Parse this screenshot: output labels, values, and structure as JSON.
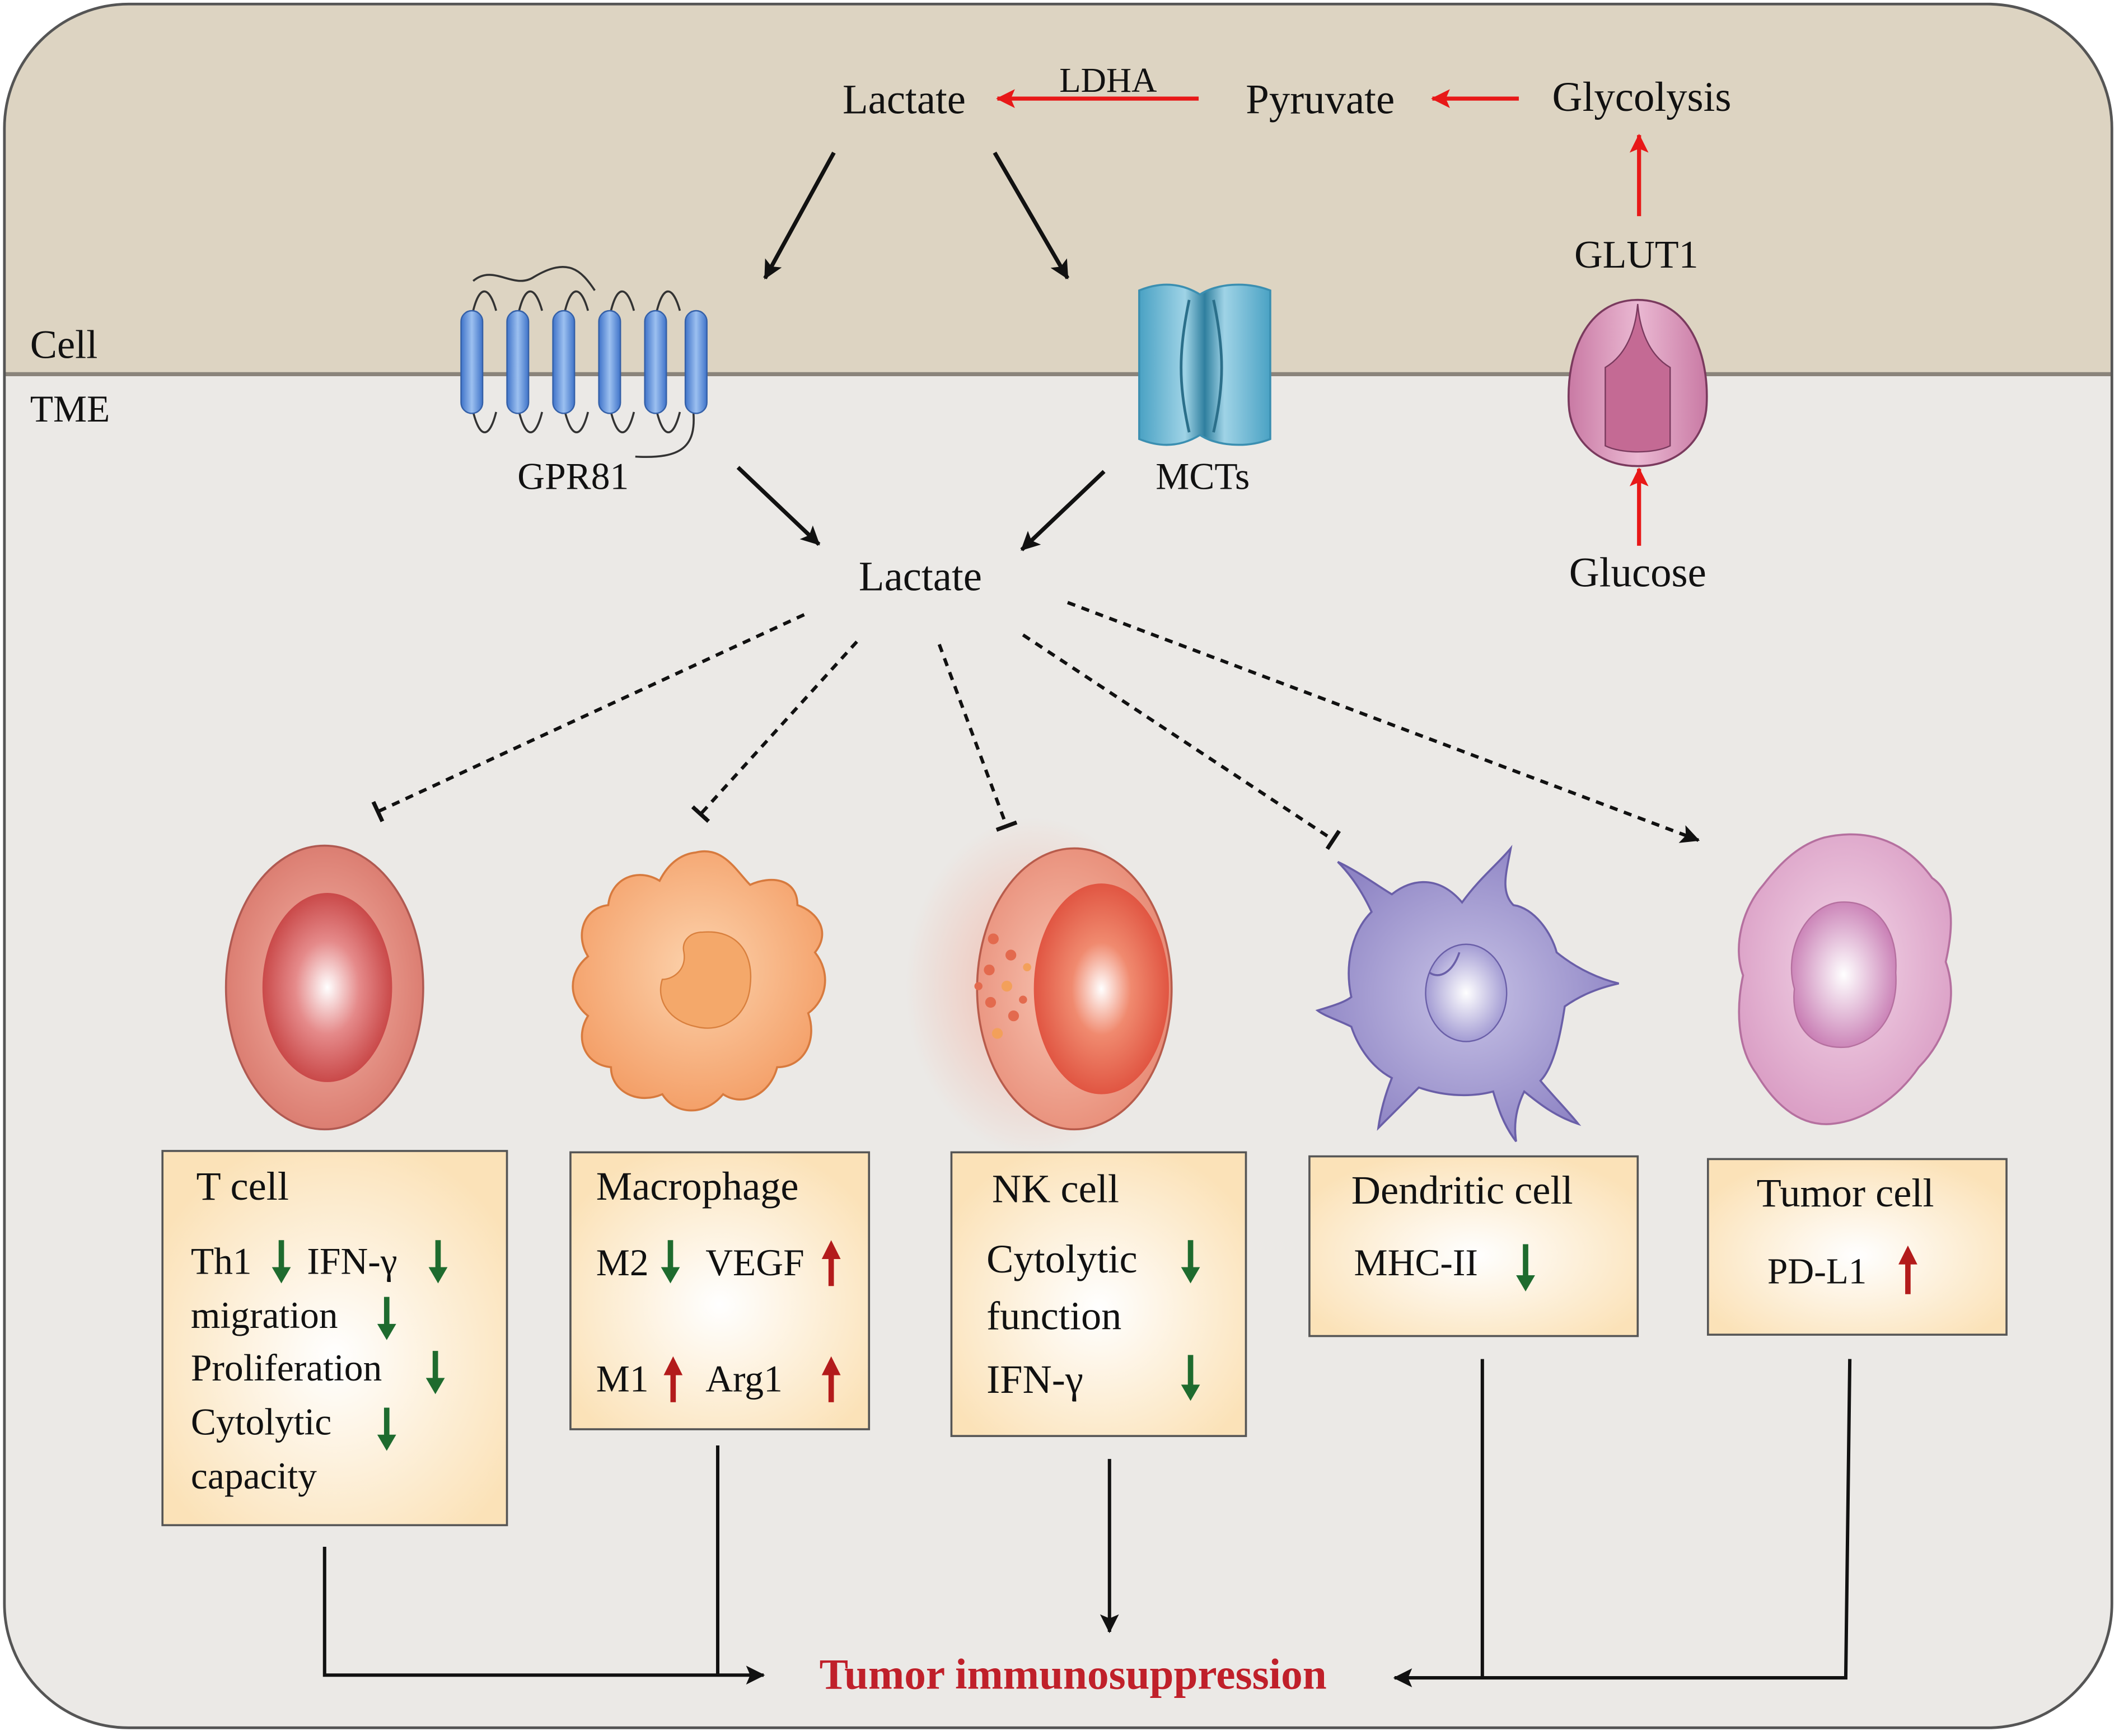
{
  "regions": {
    "cell": "Cell",
    "tme": "TME"
  },
  "pathway": {
    "lactate_top": "Lactate",
    "ldha": "LDHA",
    "pyruvate": "Pyruvate",
    "glycolysis": "Glycolysis",
    "glut1": "GLUT1",
    "glucose": "Glucose",
    "gpr81": "GPR81",
    "mcts": "MCTs",
    "lactate_tme": "Lactate"
  },
  "boxes": {
    "tcell": {
      "title": "T cell",
      "l1a": "Th1",
      "l1b": "IFN-γ",
      "l2": "migration",
      "l3": "Proliferation",
      "l4": "Cytolytic",
      "l5": "capacity"
    },
    "macrophage": {
      "title": "Macrophage",
      "l1a": "M2",
      "l1b": "VEGF",
      "l2a": "M1",
      "l2b": "Arg1"
    },
    "nk": {
      "title": "NK cell",
      "l1": "Cytolytic",
      "l2": "function",
      "l3": "IFN-γ"
    },
    "dendritic": {
      "title": "Dendritic cell",
      "l1": "MHC-II"
    },
    "tumor": {
      "title": "Tumor cell",
      "l1": "PD-L1"
    }
  },
  "outcome": "Tumor immunosuppression",
  "colors": {
    "cell_bg": "#ddd4c2",
    "tme_bg": "#ebe9e6",
    "red_arrow": "#e81818",
    "down_arrow": "#1e6b2e",
    "up_arrow": "#b31b1b",
    "outcome_text": "#c0202a",
    "box_fill": "#fbe2b8"
  }
}
